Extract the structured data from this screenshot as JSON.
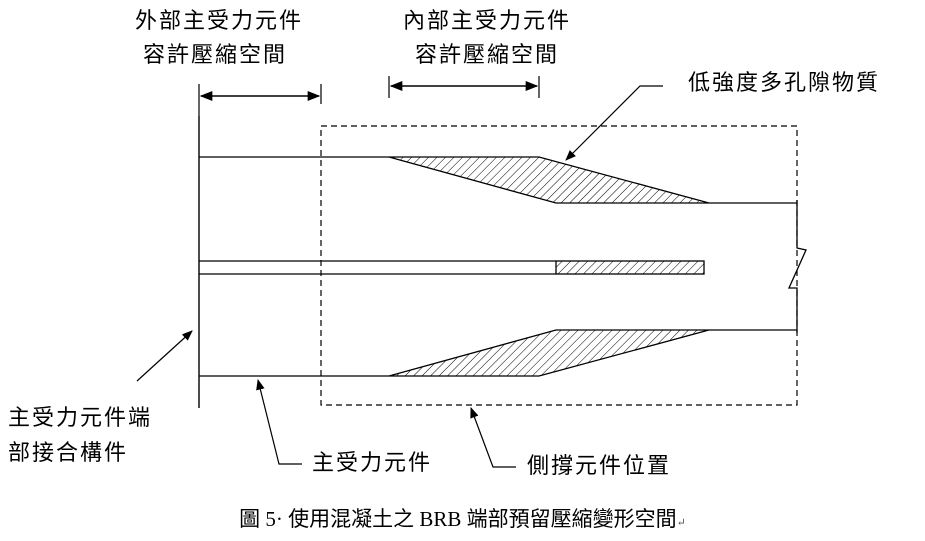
{
  "labels": {
    "outer_space": [
      "外部主受力元件",
      "容許壓縮空間"
    ],
    "inner_space": [
      "內部主受力元件",
      "容許壓縮空間"
    ],
    "porous_material": "低強度多孔隙物質",
    "end_connector": [
      "主受力元件端",
      "部接合構件"
    ],
    "main_member": "主受力元件",
    "brace_position": "側撐元件位置"
  },
  "caption": {
    "text": "圖 5· 使用混凝土之 BRB 端部預留壓縮變形空間",
    "end_mark": "↵"
  },
  "colors": {
    "line": "#000000",
    "background": "#ffffff"
  }
}
